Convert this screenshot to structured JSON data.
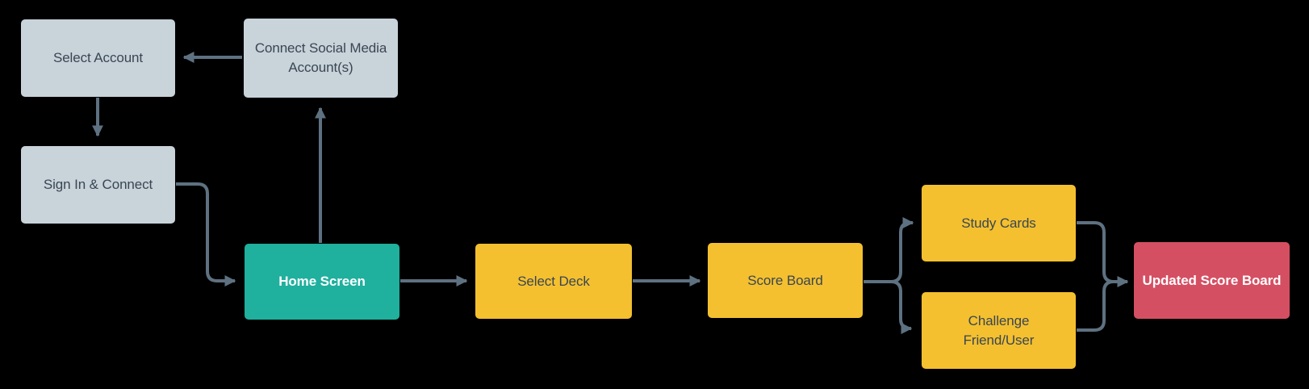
{
  "diagram": {
    "kind": "user-flow-flowchart",
    "background": "#000000",
    "nodes": {
      "select_account": {
        "label": "Select Account",
        "type": "muted"
      },
      "connect_social": {
        "label": "Connect Social Media\nAccount(s)",
        "type": "muted"
      },
      "sign_in": {
        "label": "Sign In & Connect",
        "type": "muted"
      },
      "home_screen": {
        "label": "Home Screen",
        "type": "primary"
      },
      "select_deck": {
        "label": "Select Deck",
        "type": "action"
      },
      "score_board": {
        "label": "Score Board",
        "type": "action"
      },
      "study_cards": {
        "label": "Study Cards",
        "type": "action"
      },
      "challenge_friend": {
        "label": "Challenge\nFriend/User",
        "type": "action"
      },
      "updated_score_board": {
        "label": "Updated Score Board",
        "type": "danger"
      }
    },
    "edges": [
      {
        "from": "connect_social",
        "to": "select_account"
      },
      {
        "from": "select_account",
        "to": "sign_in"
      },
      {
        "from": "sign_in",
        "to": "home_screen"
      },
      {
        "from": "home_screen",
        "to": "connect_social"
      },
      {
        "from": "home_screen",
        "to": "select_deck"
      },
      {
        "from": "select_deck",
        "to": "score_board"
      },
      {
        "from": "score_board",
        "to": "study_cards"
      },
      {
        "from": "score_board",
        "to": "challenge_friend"
      },
      {
        "from": "study_cards",
        "to": "updated_score_board"
      },
      {
        "from": "challenge_friend",
        "to": "updated_score_board"
      }
    ],
    "colors": {
      "node_muted": "#C8D3DA",
      "node_primary": "#1FB09E",
      "node_action": "#F4C02F",
      "node_danger": "#D54F63",
      "arrow": "#5E7181",
      "text_dark": "#3A4653",
      "text_light": "#FFFFFF"
    }
  }
}
